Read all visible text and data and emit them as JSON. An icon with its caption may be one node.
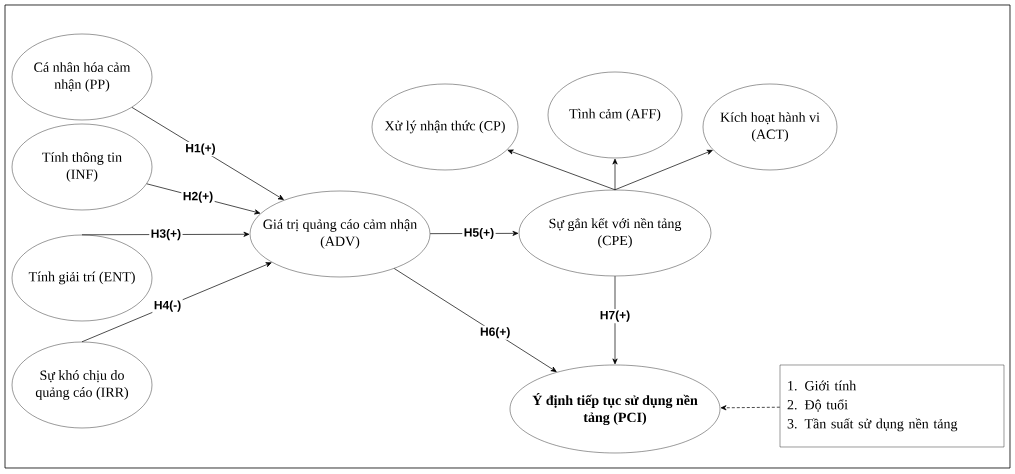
{
  "diagram": {
    "nodes": [
      {
        "text": [
          "Cá nhân hóa cảm nhận (PP)"
        ]
      },
      {
        "text": [
          "Tính thông tin (INF)"
        ]
      },
      {
        "text": [
          "Tính giải trí (ENT)"
        ]
      },
      {
        "text": [
          "Sự khó chịu do quảng cáo (IRR)"
        ]
      },
      {
        "text": [
          "Giá trị quảng cáo cảm nhận (ADV)"
        ]
      },
      {
        "text": [
          "Xử lý nhận thức (CP)"
        ]
      },
      {
        "text": [
          "Tình cảm (AFF)"
        ]
      },
      {
        "text": [
          "Kích hoạt hành vi (ACT)"
        ]
      },
      {
        "text": [
          "Sự gắn kết với nền tảng (CPE)"
        ]
      },
      {
        "text": [
          "Ý định tiếp tục sử dụng nền tảng (PCI)"
        ]
      },
      {
        "text": [
          "1. Giới tính",
          "2. Độ tuổi",
          "3. Tần suất sử dụng nền tảng"
        ]
      }
    ],
    "edges": [
      {
        "from": 0,
        "to": 4,
        "arrow": "to",
        "label": "H1(+)"
      },
      {
        "from": 1,
        "to": 4,
        "arrow": "to",
        "label": "H2(+)"
      },
      {
        "from": 2,
        "to": 4,
        "arrow": "to",
        "label": "H3(+)"
      },
      {
        "from": 3,
        "to": 4,
        "arrow": "to",
        "label": "H4(-)"
      },
      {
        "from": 4,
        "to": 8,
        "arrow": "to",
        "label": "H5(+)"
      },
      {
        "from": 4,
        "to": 9,
        "arrow": "to",
        "label": "H6(+)"
      },
      {
        "from": 8,
        "to": 9,
        "arrow": "to",
        "label": "H7(+)"
      },
      {
        "from": 8,
        "to": 5,
        "arrow": "to"
      },
      {
        "from": 8,
        "to": 6,
        "arrow": "to"
      },
      {
        "from": 8,
        "to": 7,
        "arrow": "to"
      },
      {
        "from": 10,
        "to": 9,
        "arrow": "to",
        "style": "dashed"
      }
    ]
  }
}
